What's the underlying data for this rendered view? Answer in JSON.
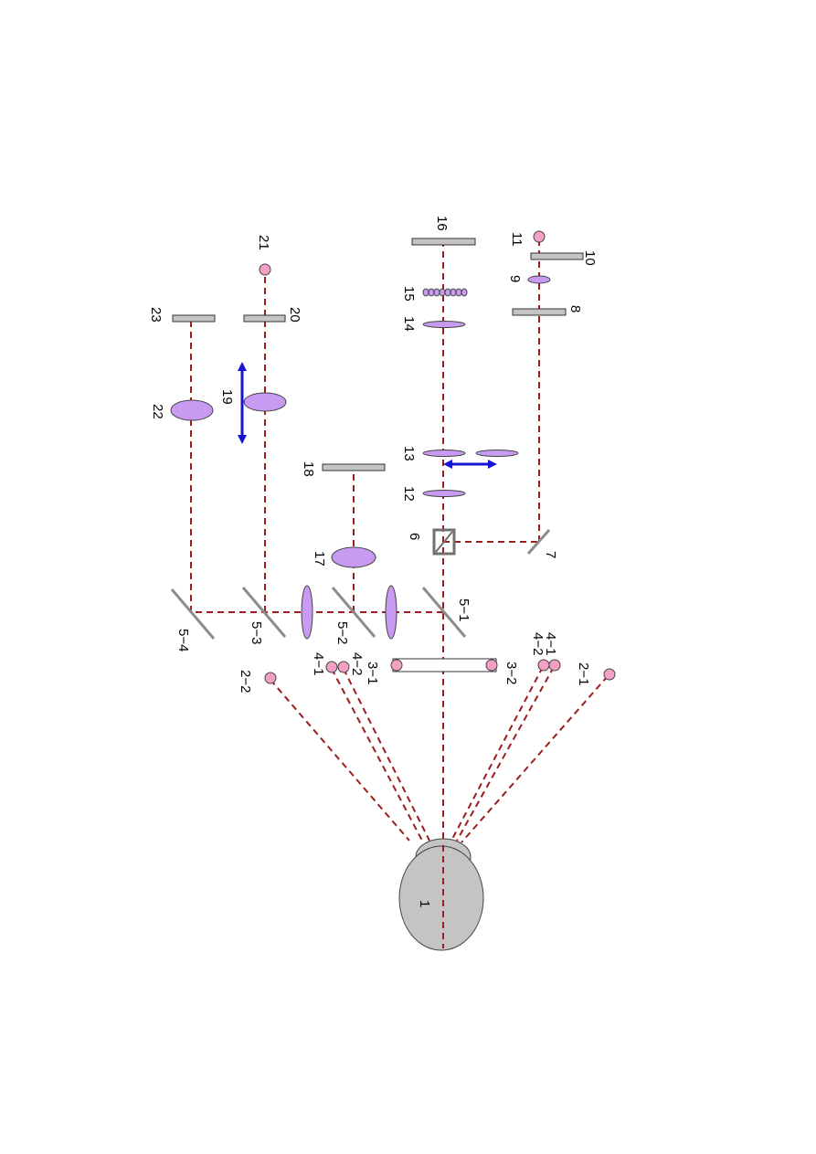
{
  "colors": {
    "beam": "#9a1e1e",
    "lens": "#c89af2",
    "led": "#f4a0c4",
    "plate": "#c4c4c4",
    "mirror": "#8c8c8c",
    "arrow": "#1414d2"
  },
  "labels": {
    "eye": "1",
    "led_2_1": "2−1",
    "led_2_2": "2−2",
    "ring_3_1": "3−1",
    "ring_3_2": "3−2",
    "led_4_1_right": "4−1",
    "led_4_2_right": "4−2",
    "led_4_1_left": "4−1",
    "led_4_2_left": "4−2",
    "splitter_5_1": "5−1",
    "splitter_5_2": "5−2",
    "splitter_5_3": "5−3",
    "mirror_5_4": "5−4",
    "cube_6": "6",
    "mirror_7": "7",
    "plate_8": "8",
    "lens_9": "9",
    "plate_10": "10",
    "source_11": "11",
    "lens_12": "12",
    "lens_13": "13",
    "lens_14": "14",
    "lenslet_15": "15",
    "sensor_16": "16",
    "lens_17": "17",
    "sensor_18": "18",
    "lens_19": "19",
    "plate_20": "20",
    "source_21": "21",
    "lens_22": "22",
    "sensor_23": "23"
  }
}
